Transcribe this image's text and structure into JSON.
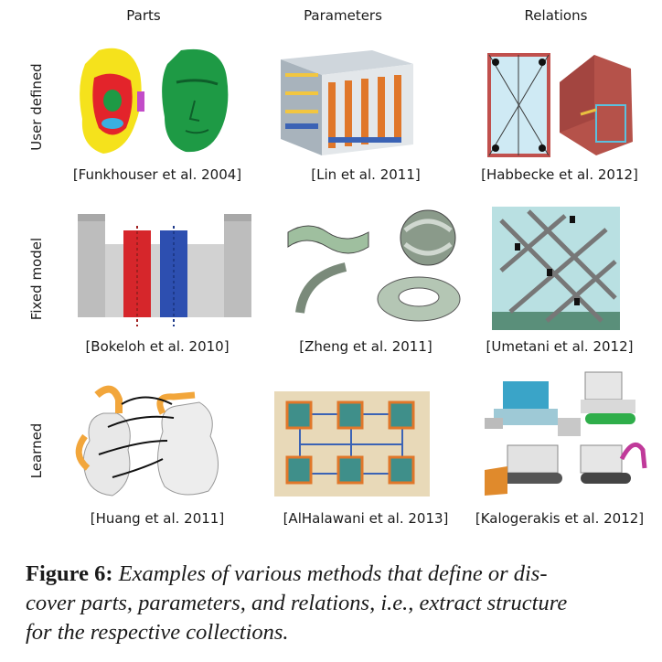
{
  "columns": [
    "Parts",
    "Parameters",
    "Relations"
  ],
  "rows": [
    "User defined",
    "Fixed model",
    "Learned"
  ],
  "citations": [
    [
      "[Funkhouser et al. 2004]",
      "[Lin et al. 2011]",
      "[Habbecke et al. 2012]"
    ],
    [
      "[Bokeloh et al. 2010]",
      "[Zheng et al. 2011]",
      "[Umetani et al. 2012]"
    ],
    [
      "[Huang et al. 2011]",
      "[AlHalawani et al. 2013]",
      "[Kalogerakis et al. 2012]"
    ]
  ],
  "caption": {
    "figure_label": "Figure 6:",
    "line1": "Examples of various methods that define or dis-",
    "line2": "cover parts, parameters, and relations, i.e., extract structure",
    "line3": "for the respective collections."
  },
  "colors": {
    "head_yellow": "#f5e21c",
    "head_red": "#e3242b",
    "head_green": "#1e9a45",
    "building_orange": "#e0772a",
    "relation_red": "#c0504d",
    "glass_blue": "#a9d8e8",
    "castle_red": "#d6262b",
    "castle_blue": "#2d4fb0",
    "facade_tan": "#e8d9b8",
    "window_teal": "#3f8f8a",
    "vehicle_cyan": "#3aa4c8",
    "vehicle_green": "#2fae4a",
    "vehicle_orange": "#e08a2c",
    "vehicle_magenta": "#c03a9a",
    "jug_orange": "#f2a63b"
  }
}
